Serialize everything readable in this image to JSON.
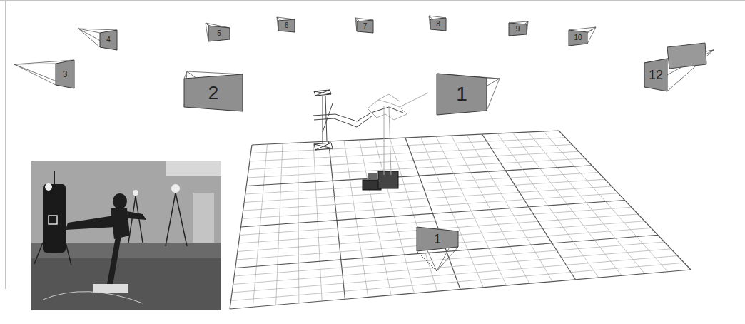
{
  "diagram": {
    "nodes": [
      {
        "text": [
          "4"
        ]
      },
      {
        "text": [
          "5"
        ]
      },
      {
        "text": [
          "6"
        ]
      },
      {
        "text": [
          "7"
        ]
      },
      {
        "text": [
          "8"
        ]
      },
      {
        "text": [
          "9"
        ]
      },
      {
        "text": [
          "10"
        ]
      },
      {
        "text": [
          "3"
        ]
      },
      {
        "text": [
          "2"
        ]
      },
      {
        "text": [
          "1"
        ]
      },
      {
        "text": [
          "12"
        ]
      },
      {
        "text": [
          "1"
        ]
      }
    ]
  }
}
